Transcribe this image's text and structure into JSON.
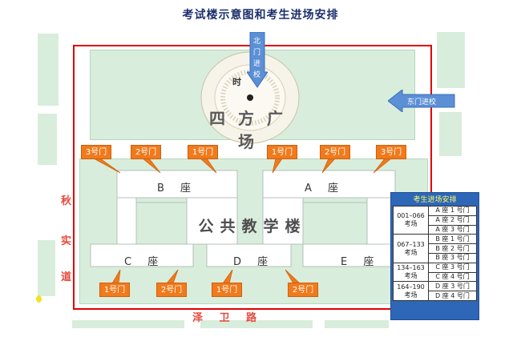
{
  "title": "考试楼示意图和考生进场安排",
  "plaza": {
    "name": "四方广场",
    "sundial_label": "时"
  },
  "building": {
    "name": "公共教学楼",
    "wings": [
      "A 座",
      "B 座",
      "C 座",
      "D 座",
      "E 座"
    ]
  },
  "roads": {
    "left": [
      "秋",
      "实",
      "道"
    ],
    "bottom": "泽 卫 路"
  },
  "entrances": {
    "north": [
      "北",
      "门",
      "进",
      "校"
    ],
    "east": "东门进校"
  },
  "gates_top": [
    "3号门",
    "2号门",
    "1号门",
    "1号门",
    "2号门",
    "3号门"
  ],
  "gates_bottom": [
    "1号门",
    "2号门",
    "1号门",
    "2号门"
  ],
  "schedule": {
    "title": "考生进场安排",
    "groups": [
      {
        "range": "001–066",
        "label": "考场",
        "gates": [
          "A 座 1 号门",
          "A 座 2 号门",
          "A 座 3 号门"
        ]
      },
      {
        "range": "067–133",
        "label": "考场",
        "gates": [
          "B 座 1 号门",
          "B 座 2 号门",
          "B 座 3 号门"
        ]
      },
      {
        "range": "134–163",
        "label": "考场",
        "gates": [
          "C 座 3 号门",
          "C 座 4 号门"
        ]
      },
      {
        "range": "164–190",
        "label": "考场",
        "gates": [
          "D 座 3 号门",
          "D 座 4 号门"
        ]
      }
    ]
  },
  "colors": {
    "boundary": "#e00000",
    "gate": "#f07a1c",
    "arrow": "#5b8fd6",
    "lawn": "#d8eddc",
    "table": "#2e66b8"
  }
}
